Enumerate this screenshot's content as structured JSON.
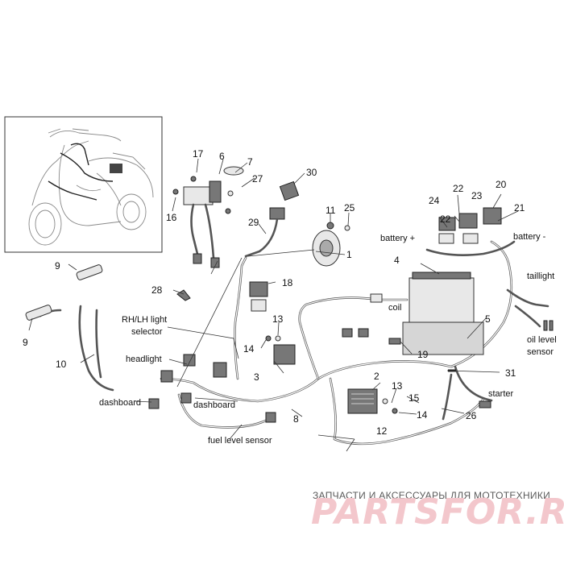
{
  "callouts": [
    "1",
    "2",
    "3",
    "4",
    "5",
    "6",
    "7",
    "8",
    "9",
    "9",
    "10",
    "11",
    "12",
    "13",
    "13",
    "14",
    "14",
    "15",
    "16",
    "17",
    "18",
    "19",
    "20",
    "21",
    "22",
    "22",
    "23",
    "24",
    "25",
    "26",
    "27",
    "28",
    "29",
    "30",
    "31"
  ],
  "labels": {
    "coil": "coil",
    "battery_plus": "battery +",
    "battery_minus": "battery -",
    "taillight": "taillight",
    "oil_level_sensor_1": "oil level",
    "oil_level_sensor_2": "sensor",
    "rh_lh_1": "RH/LH light",
    "rh_lh_2": "selector",
    "headlight": "headlight",
    "dashboard_1": "dashboard",
    "dashboard_2": "dashboard",
    "fuel_level_sensor": "fuel level sensor",
    "starter": "starter"
  },
  "watermark": {
    "caption": "ЗАПЧАСТИ И АКСЕССУАРЫ ДЛЯ МОТОТЕХНИКИ",
    "brand": "PARTSFOR.RU"
  }
}
